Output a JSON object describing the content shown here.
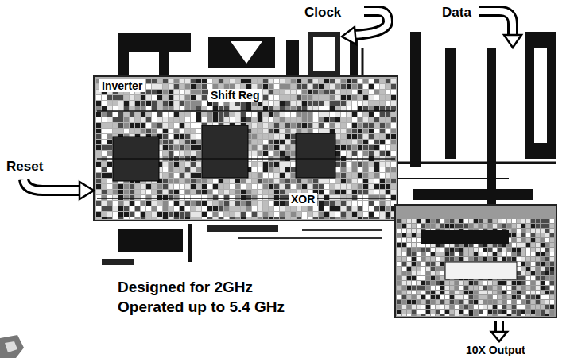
{
  "diagram": {
    "labels": [
      "Clock",
      "Data",
      "Inverter",
      "Shift Reg",
      "Reset",
      "XOR",
      "Designed for 2GHz",
      "Operated up to 5.4 GHz",
      "10X Output"
    ]
  }
}
